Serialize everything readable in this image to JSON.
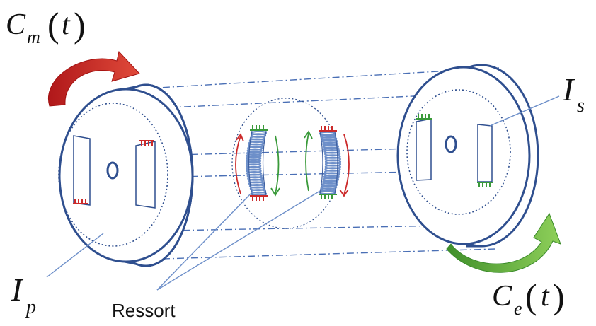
{
  "labels": {
    "torque_motor": {
      "main": "C",
      "sub": "m",
      "arg": "t"
    },
    "torque_exit": {
      "main": "C",
      "sub": "e",
      "arg": "t"
    },
    "inertia_primary": {
      "main": "I",
      "sub": "p"
    },
    "inertia_secondary": {
      "main": "I",
      "sub": "s"
    },
    "spring": "Ressort"
  },
  "colors": {
    "disk_stroke": "#2f4f8f",
    "guide_line": "#4a6fb5",
    "spring_coil": "#6d8fc9",
    "stop_red": "#cc2a2a",
    "stop_green": "#3a9a3a",
    "arrow_red": "#c8201f",
    "arrow_green": "#5aa832",
    "annotation_line": "#6d8fc9"
  }
}
